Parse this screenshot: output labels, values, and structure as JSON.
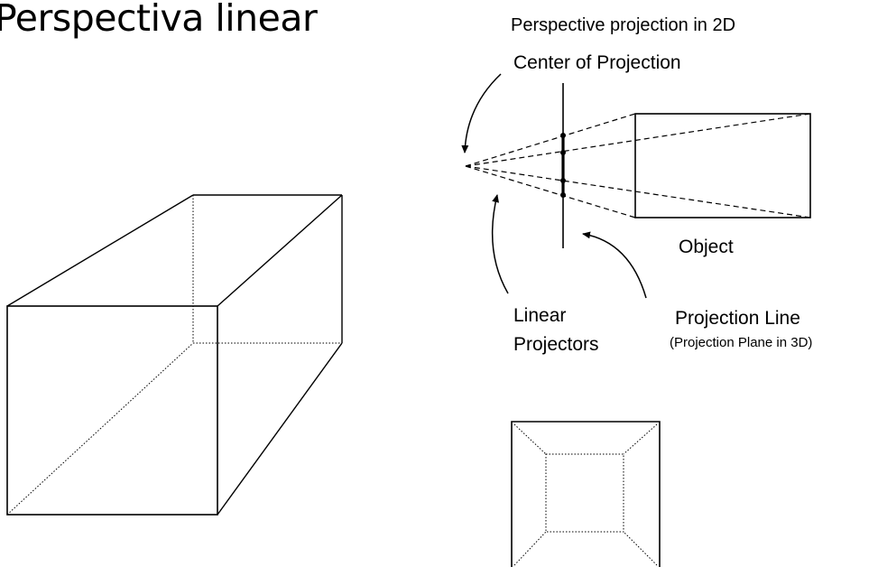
{
  "slide": {
    "title": "Perspectiva linear"
  },
  "diagram": {
    "heading": "Perspective projection in 2D",
    "center_label": "Center of Projection",
    "object_label": "Object",
    "projectors_label_line1": "Linear",
    "projectors_label_line2": "Projectors",
    "projection_line_label": "Projection Line",
    "projection_plane_note": "(Projection Plane in 3D)"
  }
}
